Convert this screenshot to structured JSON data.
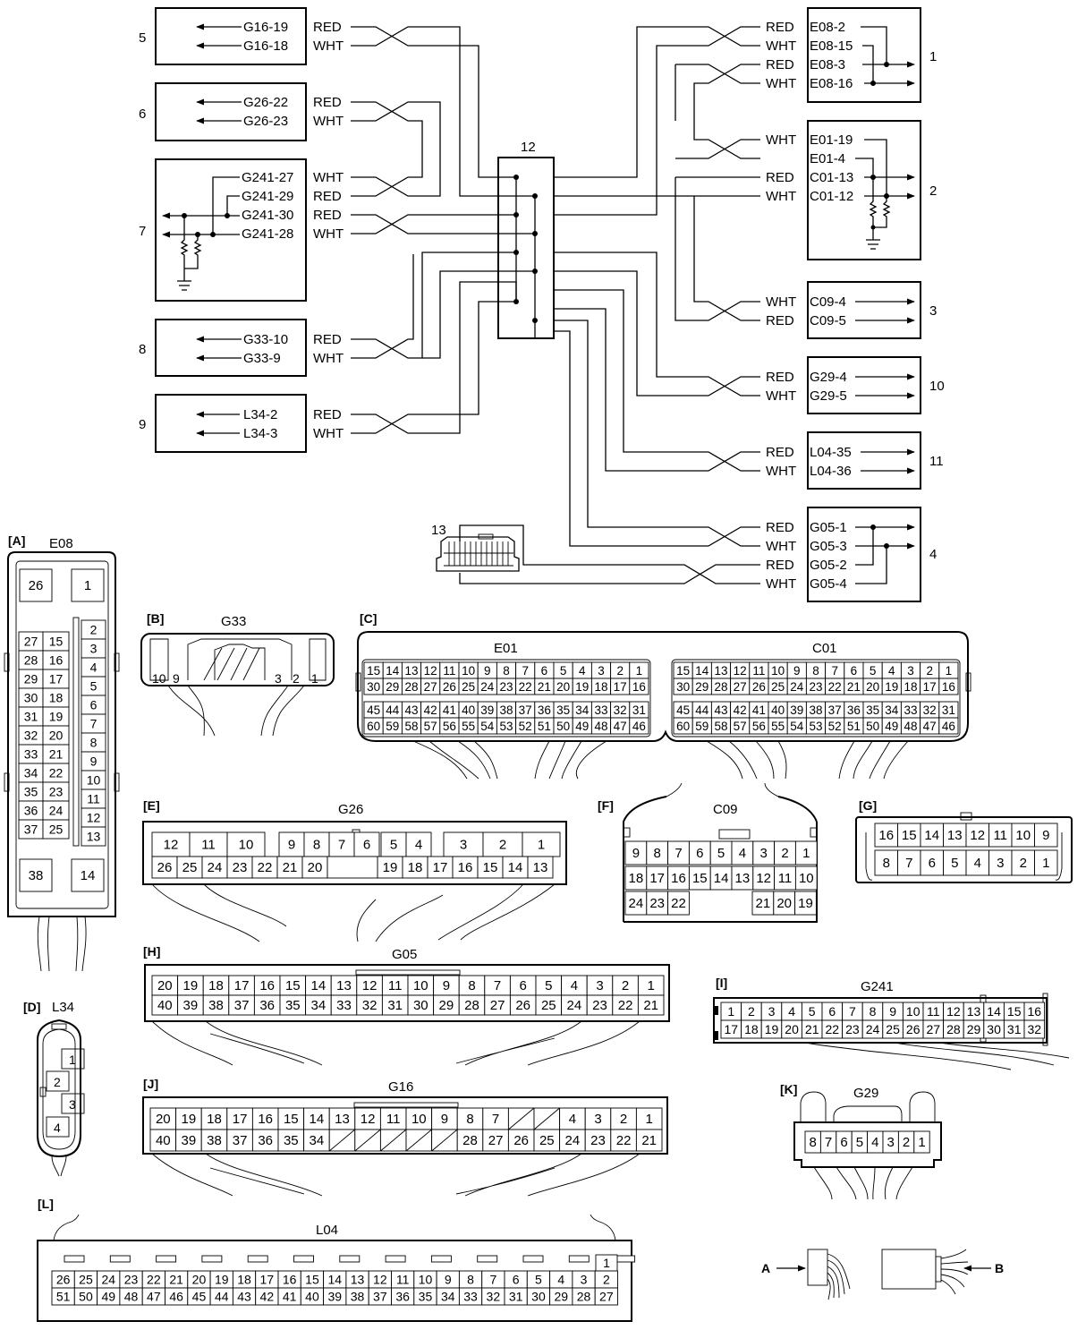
{
  "colors": {
    "line": "#000000",
    "background": "#ffffff"
  },
  "wiring": {
    "left_groups": [
      {
        "num": "5",
        "pins": [
          "G16-19",
          "G16-18"
        ],
        "colors": [
          "RED",
          "WHT"
        ]
      },
      {
        "num": "6",
        "pins": [
          "G26-22",
          "G26-23"
        ],
        "colors": [
          "RED",
          "WHT"
        ]
      },
      {
        "num": "7",
        "pins": [
          "G241-27",
          "G241-29",
          "G241-30",
          "G241-28"
        ],
        "colors": [
          "WHT",
          "RED",
          "RED",
          "WHT"
        ]
      },
      {
        "num": "8",
        "pins": [
          "G33-10",
          "G33-9"
        ],
        "colors": [
          "RED",
          "WHT"
        ]
      },
      {
        "num": "9",
        "pins": [
          "L34-2",
          "L34-3"
        ],
        "colors": [
          "RED",
          "WHT"
        ]
      }
    ],
    "right_groups": [
      {
        "num": "1",
        "pins": [
          "E08-2",
          "E08-15",
          "E08-3",
          "E08-16"
        ],
        "colors": [
          "RED",
          "WHT",
          "RED",
          "WHT"
        ]
      },
      {
        "num": "2",
        "pins": [
          "E01-19",
          "E01-4",
          "C01-13",
          "C01-12"
        ],
        "colors": [
          "WHT",
          "",
          "RED",
          "WHT"
        ]
      },
      {
        "num": "3",
        "pins": [
          "C09-4",
          "C09-5"
        ],
        "colors": [
          "WHT",
          "RED"
        ]
      },
      {
        "num": "10",
        "pins": [
          "G29-4",
          "G29-5"
        ],
        "colors": [
          "RED",
          "WHT"
        ]
      },
      {
        "num": "11",
        "pins": [
          "L04-35",
          "L04-36"
        ],
        "colors": [
          "RED",
          "WHT"
        ]
      },
      {
        "num": "4",
        "pins": [
          "G05-1",
          "G05-3",
          "G05-2",
          "G05-4"
        ],
        "colors": [
          "RED",
          "WHT",
          "RED",
          "WHT"
        ]
      }
    ],
    "junction_label": "12",
    "dlc_label": "13"
  },
  "connectors": {
    "A": {
      "tag": "[A]",
      "name": "E08",
      "big": [
        "26",
        "1",
        "38",
        "14"
      ],
      "left_col": [
        "27",
        "28",
        "29",
        "30",
        "31",
        "32",
        "33",
        "34",
        "35",
        "36",
        "37"
      ],
      "mid_col": [
        "15",
        "16",
        "17",
        "18",
        "19",
        "20",
        "21",
        "22",
        "23",
        "24",
        "25"
      ],
      "right_col": [
        "2",
        "3",
        "4",
        "5",
        "6",
        "7",
        "8",
        "9",
        "10",
        "11",
        "12",
        "13"
      ]
    },
    "B": {
      "tag": "[B]",
      "name": "G33",
      "pins": [
        "10",
        "9",
        "3",
        "2",
        "1"
      ]
    },
    "C": {
      "tag": "[C]",
      "blocks": [
        {
          "name": "E01",
          "rows": [
            [
              "15",
              "14",
              "13",
              "12",
              "11",
              "10",
              "9",
              "8",
              "7",
              "6",
              "5",
              "4",
              "3",
              "2",
              "1"
            ],
            [
              "30",
              "29",
              "28",
              "27",
              "26",
              "25",
              "24",
              "23",
              "22",
              "21",
              "20",
              "19",
              "18",
              "17",
              "16"
            ],
            [
              "45",
              "44",
              "43",
              "42",
              "41",
              "40",
              "39",
              "38",
              "37",
              "36",
              "35",
              "34",
              "33",
              "32",
              "31"
            ],
            [
              "60",
              "59",
              "58",
              "57",
              "56",
              "55",
              "54",
              "53",
              "52",
              "51",
              "50",
              "49",
              "48",
              "47",
              "46"
            ]
          ]
        },
        {
          "name": "C01",
          "rows": [
            [
              "15",
              "14",
              "13",
              "12",
              "11",
              "10",
              "9",
              "8",
              "7",
              "6",
              "5",
              "4",
              "3",
              "2",
              "1"
            ],
            [
              "30",
              "29",
              "28",
              "27",
              "26",
              "25",
              "24",
              "23",
              "22",
              "21",
              "20",
              "19",
              "18",
              "17",
              "16"
            ],
            [
              "45",
              "44",
              "43",
              "42",
              "41",
              "40",
              "39",
              "38",
              "37",
              "36",
              "35",
              "34",
              "33",
              "32",
              "31"
            ],
            [
              "60",
              "59",
              "58",
              "57",
              "56",
              "55",
              "54",
              "53",
              "52",
              "51",
              "50",
              "49",
              "48",
              "47",
              "46"
            ]
          ]
        }
      ]
    },
    "D": {
      "tag": "[D]",
      "name": "L34",
      "pins": [
        "1",
        "2",
        "3",
        "4"
      ]
    },
    "E": {
      "tag": "[E]",
      "name": "G26",
      "top": [
        "12",
        "11",
        "10",
        "9",
        "8",
        "7",
        "6",
        "5",
        "4",
        "3",
        "2",
        "1"
      ],
      "bottom": [
        "26",
        "25",
        "24",
        "23",
        "22",
        "21",
        "20",
        "19",
        "18",
        "17",
        "16",
        "15",
        "14",
        "13"
      ]
    },
    "F": {
      "tag": "[F]",
      "name": "C09",
      "row1": [
        "9",
        "8",
        "7",
        "6",
        "5",
        "4",
        "3",
        "2",
        "1"
      ],
      "row2": [
        "18",
        "17",
        "16",
        "15",
        "14",
        "13",
        "12",
        "11",
        "10"
      ],
      "row3_left": [
        "24",
        "23",
        "22"
      ],
      "row3_right": [
        "21",
        "20",
        "19"
      ]
    },
    "G": {
      "tag": "[G]",
      "top": [
        "16",
        "15",
        "14",
        "13",
        "12",
        "11",
        "10",
        "9"
      ],
      "bottom": [
        "8",
        "7",
        "6",
        "5",
        "4",
        "3",
        "2",
        "1"
      ]
    },
    "H": {
      "tag": "[H]",
      "name": "G05",
      "top": [
        "20",
        "19",
        "18",
        "17",
        "16",
        "15",
        "14",
        "13",
        "12",
        "11",
        "10",
        "9",
        "8",
        "7",
        "6",
        "5",
        "4",
        "3",
        "2",
        "1"
      ],
      "bottom": [
        "40",
        "39",
        "38",
        "37",
        "36",
        "35",
        "34",
        "33",
        "32",
        "31",
        "30",
        "29",
        "28",
        "27",
        "26",
        "25",
        "24",
        "23",
        "22",
        "21"
      ]
    },
    "I": {
      "tag": "[I]",
      "name": "G241",
      "top": [
        "1",
        "2",
        "3",
        "4",
        "5",
        "6",
        "7",
        "8",
        "9",
        "10",
        "11",
        "12",
        "13",
        "14",
        "15",
        "16"
      ],
      "bottom": [
        "17",
        "18",
        "19",
        "20",
        "21",
        "22",
        "23",
        "24",
        "25",
        "26",
        "27",
        "28",
        "29",
        "30",
        "31",
        "32"
      ]
    },
    "J": {
      "tag": "[J]",
      "name": "G16",
      "top": [
        "20",
        "19",
        "18",
        "17",
        "16",
        "15",
        "14",
        "13",
        "12",
        "11",
        "10",
        "9",
        "8",
        "7",
        "",
        "",
        "4",
        "3",
        "2",
        "1"
      ],
      "bottom": [
        "40",
        "39",
        "38",
        "37",
        "36",
        "35",
        "34",
        "",
        "",
        "",
        "",
        "",
        "28",
        "27",
        "26",
        "25",
        "24",
        "23",
        "22",
        "21"
      ]
    },
    "K": {
      "tag": "[K]",
      "name": "G29",
      "pins": [
        "8",
        "7",
        "6",
        "5",
        "4",
        "3",
        "2",
        "1"
      ]
    },
    "L": {
      "tag": "[L]",
      "name": "L04",
      "top": [
        "26",
        "25",
        "24",
        "23",
        "22",
        "21",
        "20",
        "19",
        "18",
        "17",
        "16",
        "15",
        "14",
        "13",
        "12",
        "11",
        "10",
        "9",
        "8",
        "7",
        "6",
        "5",
        "4",
        "3",
        "2"
      ],
      "bottom": [
        "51",
        "50",
        "49",
        "48",
        "47",
        "46",
        "45",
        "44",
        "43",
        "42",
        "41",
        "40",
        "39",
        "38",
        "37",
        "36",
        "35",
        "34",
        "33",
        "32",
        "31",
        "30",
        "29",
        "28",
        "27"
      ],
      "single": "1"
    },
    "legend": {
      "a": "A",
      "b": "B"
    }
  }
}
